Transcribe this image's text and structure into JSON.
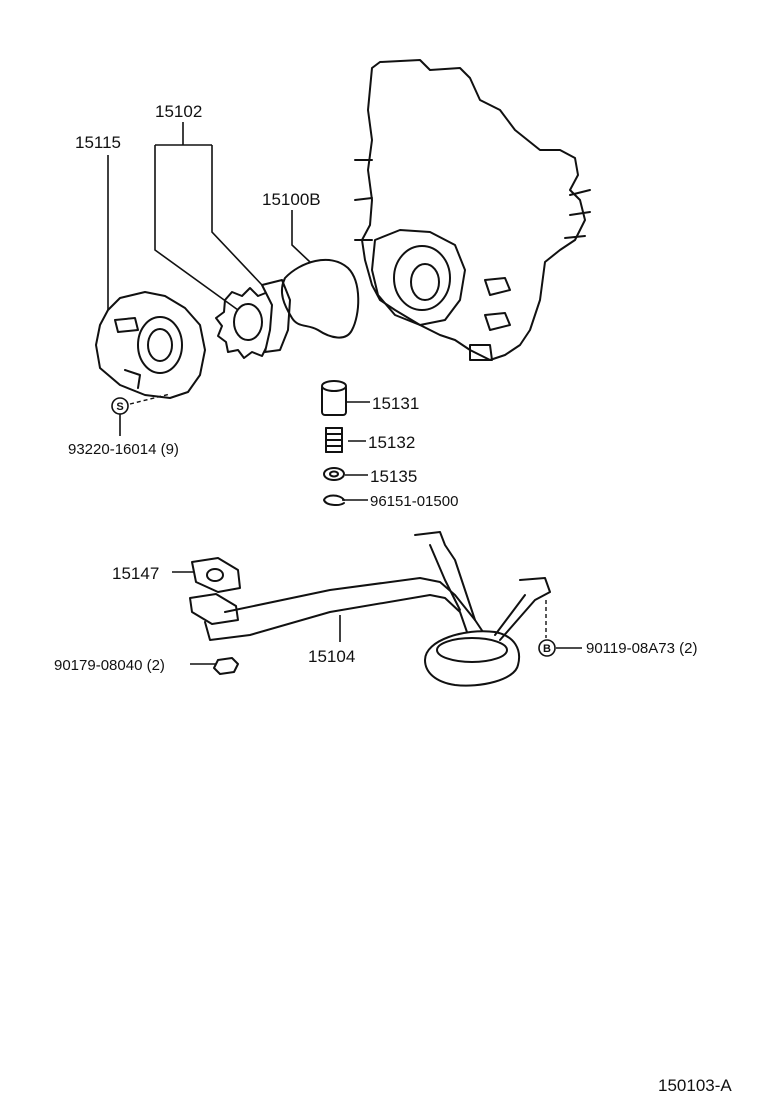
{
  "labels": {
    "p15102": "15102",
    "p15115": "15115",
    "p15100B": "15100B",
    "p93220": "93220-16014 (9)",
    "p15131": "15131",
    "p15132": "15132",
    "p15135": "15135",
    "p96151": "96151-01500",
    "p15147": "15147",
    "p15104": "15104",
    "p90179": "90179-08040 (2)",
    "p90119": "90119-08A73 (2)",
    "diagram_id": "150103-A"
  },
  "symbols": {
    "s_mark": "S",
    "b_mark": "B"
  }
}
